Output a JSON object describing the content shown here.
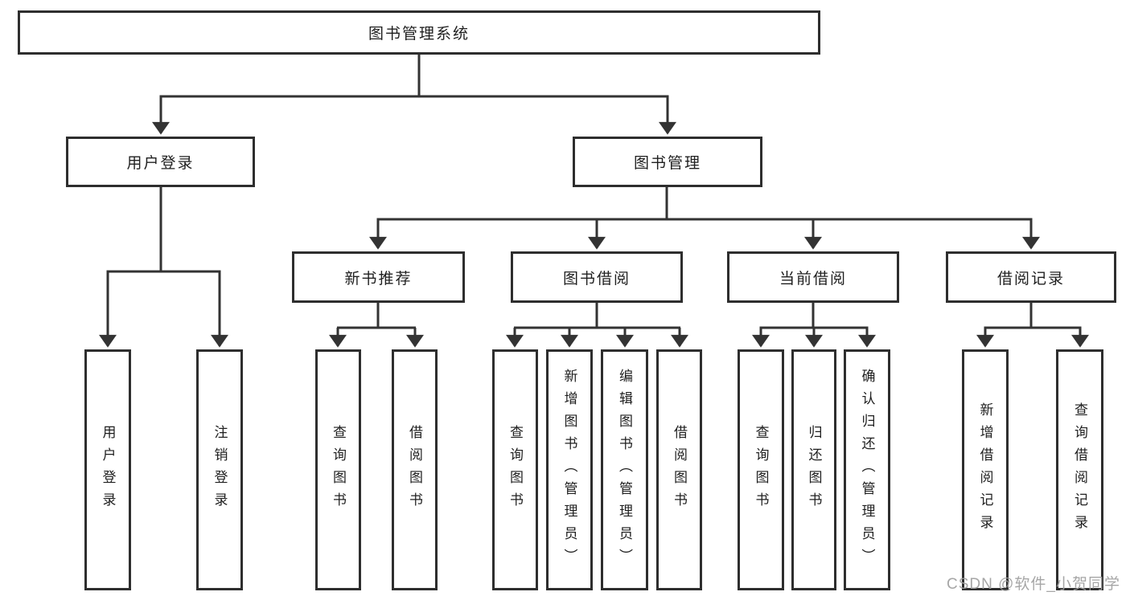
{
  "nodes": {
    "root": {
      "label": "图书管理系统"
    },
    "level2": [
      {
        "label": "用户登录"
      },
      {
        "label": "图书管理"
      }
    ],
    "level3": [
      {
        "label": "新书推荐"
      },
      {
        "label": "图书借阅"
      },
      {
        "label": "当前借阅"
      },
      {
        "label": "借阅记录"
      }
    ],
    "leaves": [
      {
        "label": "用户登录"
      },
      {
        "label": "注销登录"
      },
      {
        "label": "查询图书"
      },
      {
        "label": "借阅图书"
      },
      {
        "label": "查询图书"
      },
      {
        "label": "新增图书（管理员）"
      },
      {
        "label": "编辑图书（管理员）"
      },
      {
        "label": "借阅图书"
      },
      {
        "label": "查询图书"
      },
      {
        "label": "归还图书"
      },
      {
        "label": "确认归还（管理员）"
      },
      {
        "label": "新增借阅记录"
      },
      {
        "label": "查询借阅记录"
      }
    ]
  },
  "watermark": {
    "text": "CSDN @软件_小贺同学"
  },
  "colors": {
    "line": "#333333",
    "border": "#2e2e2e",
    "text": "#1f1f1f",
    "watermark": "#9e9e9e"
  }
}
